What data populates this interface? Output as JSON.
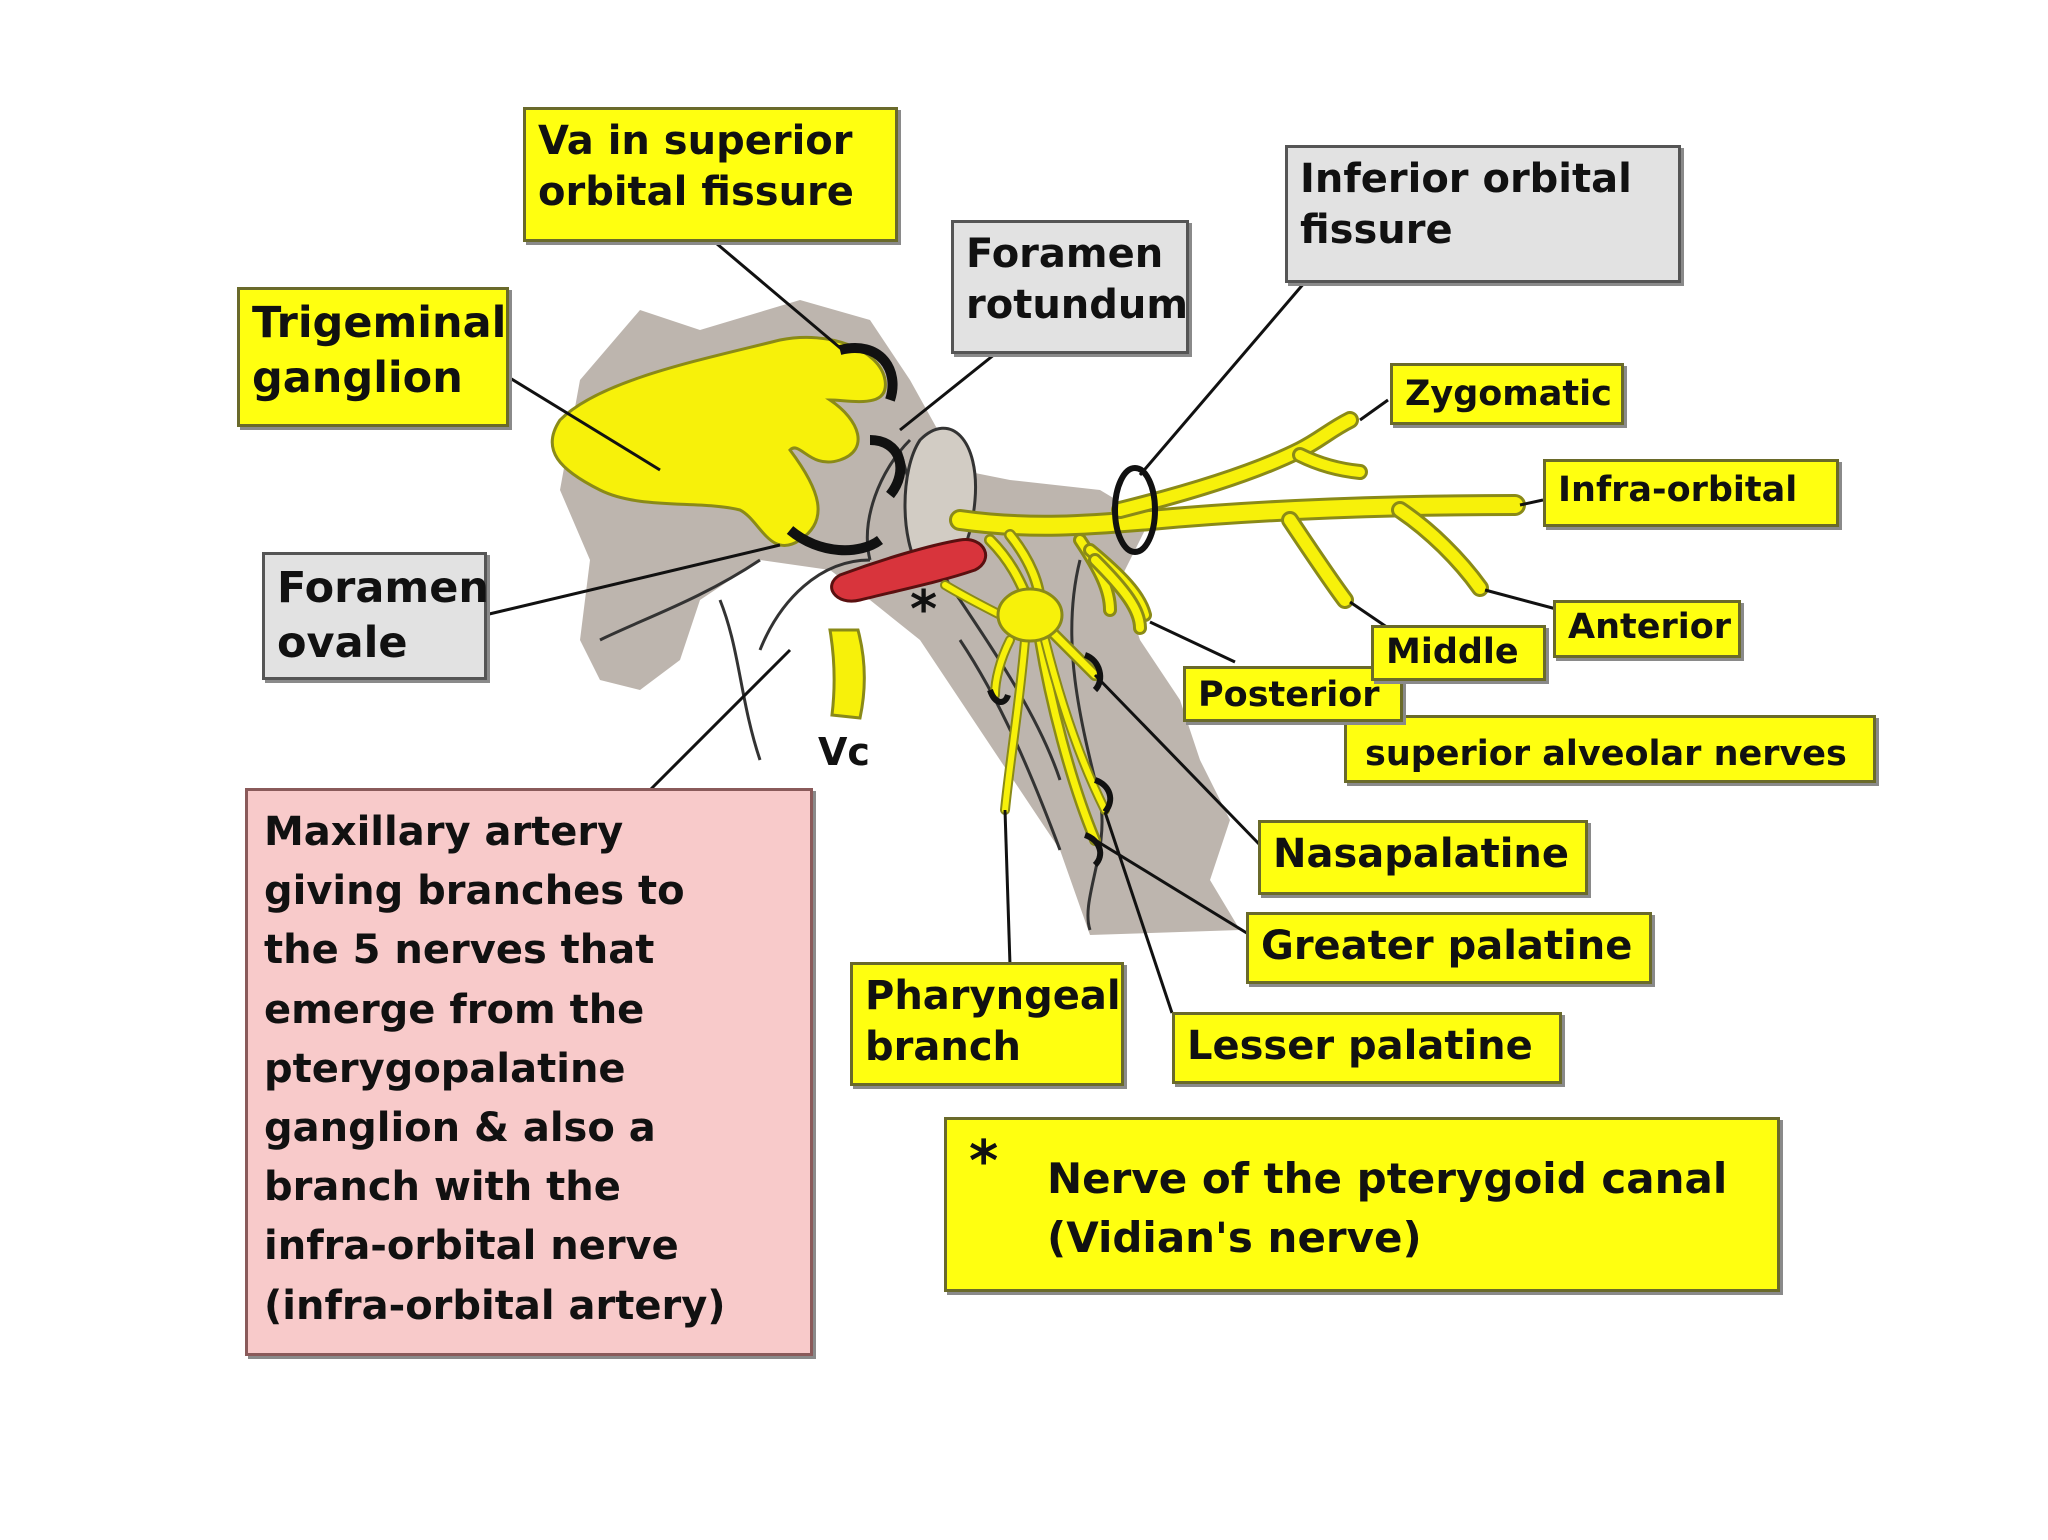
{
  "labels": {
    "va_superior_orbital_fissure": "Va in superior\norbital fissure",
    "foramen_rotundum": "Foramen\nrotundum",
    "inferior_orbital_fissure": "Inferior orbital\nfissure",
    "trigeminal_ganglion": "Trigeminal\nganglion",
    "zygomatic": "Zygomatic",
    "infra_orbital": "Infra-orbital",
    "foramen_ovale": "Foramen\novale",
    "anterior": "Anterior",
    "middle": "Middle",
    "posterior": "Posterior",
    "superior_alveolar_nerves": "superior alveolar nerves",
    "vc": "Vc",
    "maxillary_artery": "Maxillary artery\ngiving branches to\nthe 5 nerves that\nemerge from the\npterygopalatine\nganglion & also a\nbranch with the\ninfra-orbital nerve\n(infra-orbital artery)",
    "nasapalatine": "Nasapalatine",
    "greater_palatine": "Greater palatine",
    "lesser_palatine": "Lesser palatine",
    "pharyngeal_branch": "Pharyngeal\nbranch",
    "star_symbol": "*",
    "vidian_note": "Nerve of the pterygoid canal\n(Vidian's nerve)"
  },
  "colors": {
    "nerve": "#f7f10a",
    "nerve_outline": "#8a8a18",
    "bone": "#bdb5ae",
    "artery": "#d8343c",
    "label_yellow": "#ffff10",
    "label_grey": "#e2e2e2",
    "label_pink": "#f8caca"
  }
}
